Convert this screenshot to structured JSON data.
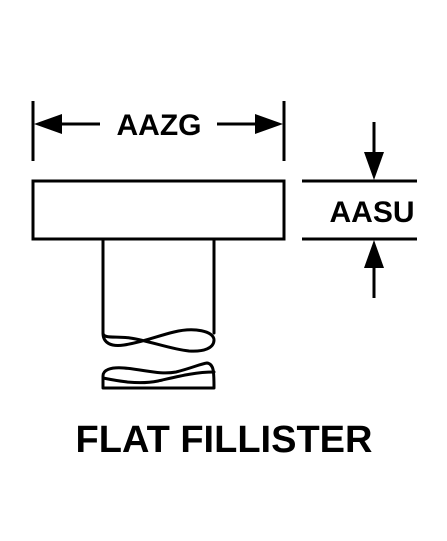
{
  "diagram": {
    "dimension_width_label": "AAZG",
    "dimension_height_label": "AASU",
    "caption": "FLAT FILLISTER"
  },
  "colors": {
    "stroke": "#000000",
    "background": "#ffffff"
  }
}
